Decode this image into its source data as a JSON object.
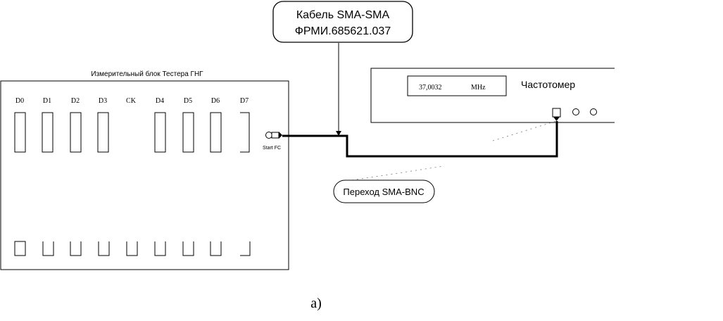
{
  "cable_label": {
    "line1": "Кабель SMA-SMA",
    "line2": "ФРМИ.685621.037"
  },
  "tester": {
    "title": "Измерительный блок Тестера ГНГ",
    "columns": [
      "D0",
      "D1",
      "D2",
      "D3",
      "CK",
      "D4",
      "D5",
      "D6",
      "D7"
    ],
    "connector_label": "Start FC"
  },
  "counter": {
    "title": "Частотомер",
    "display_value": "37,0032",
    "display_unit": "MHz"
  },
  "adapter_label": "Переход SMA-BNC",
  "caption": "а)"
}
